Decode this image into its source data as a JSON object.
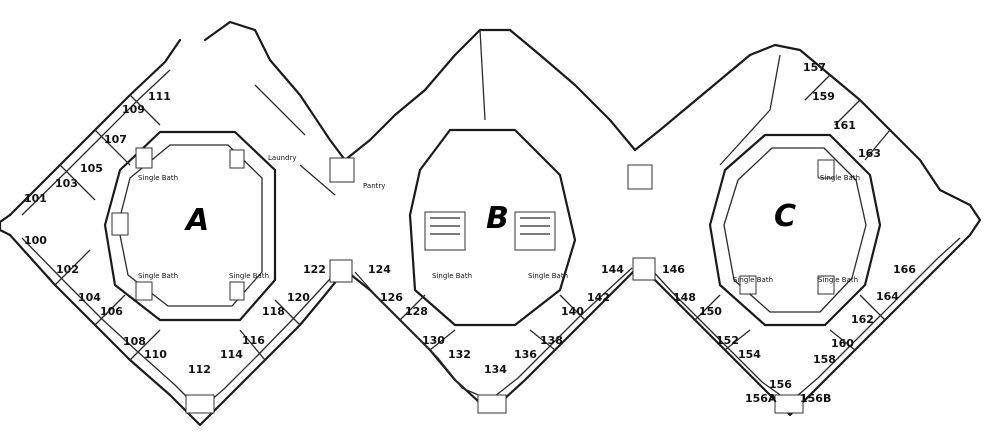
{
  "wings": [
    {
      "letter": "A"
    },
    {
      "letter": "B"
    },
    {
      "letter": "C"
    }
  ],
  "rooms": [
    "100",
    "101",
    "102",
    "103",
    "104",
    "105",
    "106",
    "107",
    "108",
    "109",
    "110",
    "111",
    "112",
    "114",
    "116",
    "118",
    "120",
    "122",
    "124",
    "126",
    "128",
    "130",
    "132",
    "134",
    "136",
    "138",
    "140",
    "142",
    "144",
    "146",
    "148",
    "150",
    "152",
    "154",
    "156",
    "156A",
    "156B",
    "157",
    "158",
    "159",
    "160",
    "161",
    "162",
    "163",
    "164",
    "166"
  ],
  "labels": {
    "laundry": "Laundry",
    "pantry": "Pantry",
    "single_bath": "Single Bath"
  }
}
